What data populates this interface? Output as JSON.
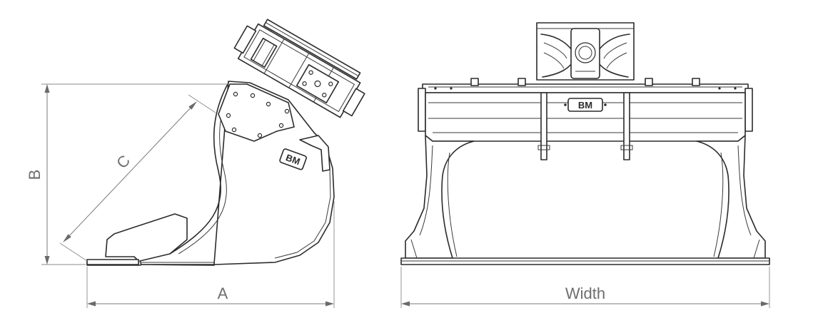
{
  "dimensions": {
    "a_label": "A",
    "b_label": "B",
    "c_label": "C",
    "width_label": "Width"
  },
  "logo": {
    "side_text": "BM",
    "front_text": "BM"
  }
}
